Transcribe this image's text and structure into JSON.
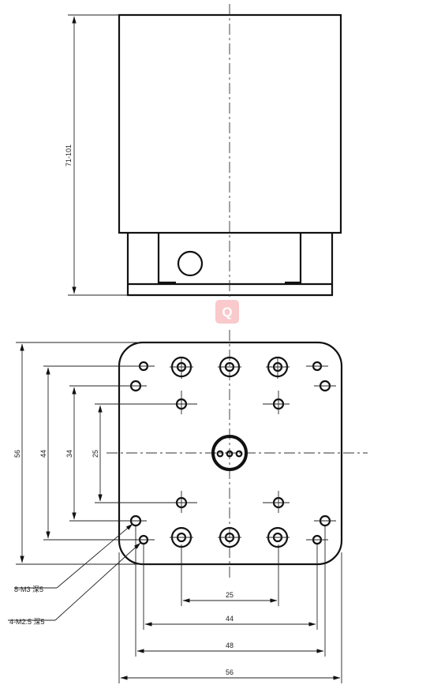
{
  "side_view": {
    "height_label": "71-101"
  },
  "top_view": {
    "dimensions_vertical": [
      "56",
      "44",
      "34",
      "25"
    ],
    "dimensions_horizontal": [
      "25",
      "44",
      "48",
      "56"
    ],
    "callouts": [
      "8-M3 深5",
      "4-M2.5 深5"
    ]
  },
  "watermark": {
    "glyph": "Q",
    "color": "#f4a0a4"
  }
}
